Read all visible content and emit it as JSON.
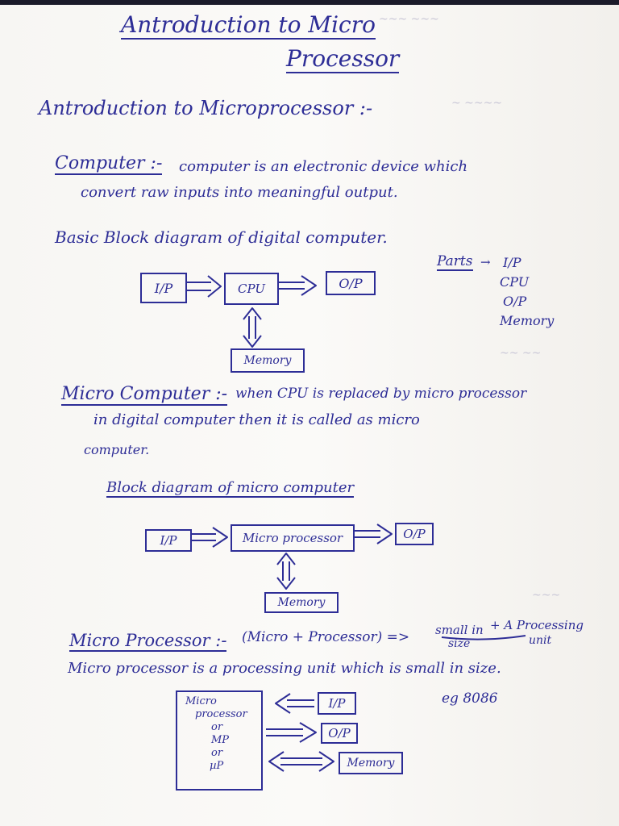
{
  "title": {
    "line1": "Antroduction to Micro",
    "line2": "Processor"
  },
  "section_heading": "Antroduction to Microprocessor :-",
  "computer": {
    "term": "Computer :-",
    "definition_line1": "computer is an electronic device which",
    "definition_line2": "convert raw inputs into meaningful output."
  },
  "block_diagram_caption": "Basic Block diagram of digital computer.",
  "digital_diagram": {
    "input": "I/P",
    "cpu": "CPU",
    "output": "O/P",
    "memory": "Memory"
  },
  "parts": {
    "label": "Parts",
    "items": [
      "I/P",
      "CPU",
      "O/P",
      "Memory"
    ]
  },
  "micro_computer": {
    "term": "Micro Computer :-",
    "definition_line1": "when CPU is replaced by micro processor",
    "definition_line2": "in digital computer then it is called as micro",
    "definition_line3": "computer."
  },
  "micro_diagram_caption": "Block diagram of micro computer",
  "micro_diagram": {
    "input": "I/P",
    "processor": "Micro processor",
    "output": "O/P",
    "memory": "Memory"
  },
  "micro_processor": {
    "term": "Micro Processor :-",
    "formula": "(Micro + Processor) =>",
    "small_in": "small in",
    "size": "size",
    "plus_a_processing": "+ A Processing",
    "unit": "unit",
    "sentence": "Micro processor is a processing unit which is small in size."
  },
  "mp_diagram": {
    "box_lines": [
      "Micro",
      "processor",
      "or",
      "MP",
      "or",
      "µP"
    ],
    "input": "I/P",
    "output": "O/P",
    "memory": "Memory"
  },
  "example": "eg 8086"
}
